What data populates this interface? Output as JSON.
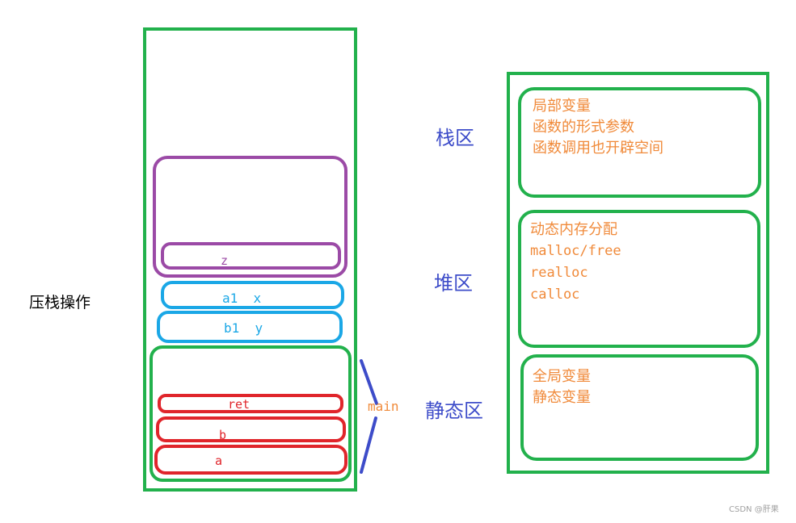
{
  "colors": {
    "green": "#22b14c",
    "purple": "#9b4aa6",
    "cyan": "#1aa7e6",
    "red": "#e0252b",
    "blue": "#3d4cc9",
    "orange": "#f08a3a"
  },
  "stack": {
    "side_label": "压栈操作",
    "z_label": "z",
    "a1x_label": "a1  x",
    "b1y_label": "b1  y",
    "ret_label": "ret",
    "b_label": "b",
    "a_label": "a",
    "main_label": "main"
  },
  "zones": {
    "stack": "栈区",
    "heap": "堆区",
    "static": "静态区"
  },
  "memory": {
    "stack_box": [
      "局部变量",
      "函数的形式参数",
      "函数调用也开辟空间"
    ],
    "heap_box": [
      "动态内存分配",
      "malloc/free",
      "realloc",
      "calloc"
    ],
    "static_box": [
      "全局变量",
      "静态变量"
    ]
  },
  "watermark": "CSDN @肝果"
}
